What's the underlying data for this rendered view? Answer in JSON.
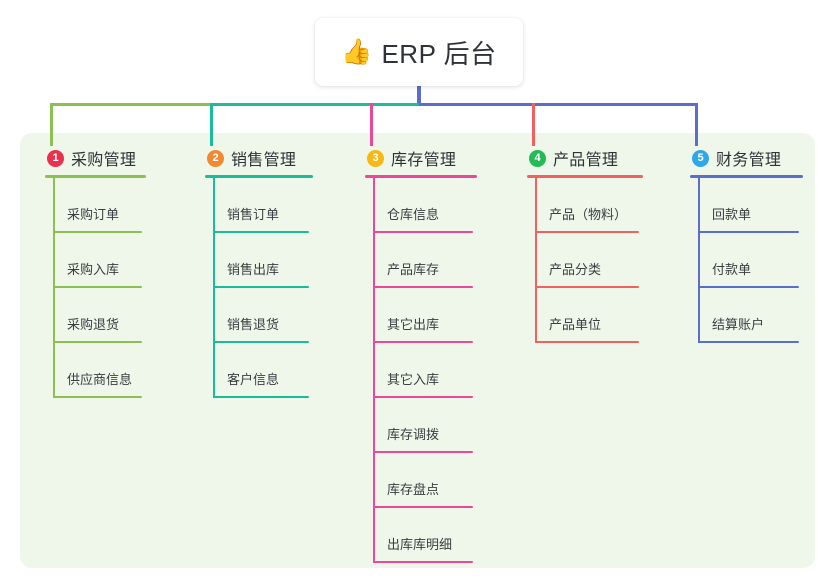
{
  "root": {
    "icon": "thumbs-up-icon",
    "icon_glyph": "👍",
    "title": "ERP 后台"
  },
  "colors": {
    "panel_bg": "#eef7ea",
    "branch1_line": "#8cc152",
    "branch2_line": "#1abc9c",
    "branch3_line": "#ec4899",
    "branch4_line": "#f0625f",
    "branch5_line": "#5b6ec9",
    "badge1": "#e8314f",
    "badge2": "#f08a32",
    "badge3": "#f5b814",
    "badge4": "#22bb55",
    "badge5": "#2ea8e8"
  },
  "branches": [
    {
      "number": "1",
      "title": "采购管理",
      "badge_color": "#e8314f",
      "line_color": "#8cc152",
      "items": [
        "采购订单",
        "采购入库",
        "采购退货",
        "供应商信息"
      ]
    },
    {
      "number": "2",
      "title": "销售管理",
      "badge_color": "#f08a32",
      "line_color": "#1abc9c",
      "items": [
        "销售订单",
        "销售出库",
        "销售退货",
        "客户信息"
      ]
    },
    {
      "number": "3",
      "title": "库存管理",
      "badge_color": "#f5b814",
      "line_color": "#ec4899",
      "items": [
        "仓库信息",
        "产品库存",
        "其它出库",
        "其它入库",
        "库存调拨",
        "库存盘点",
        "出库库明细"
      ]
    },
    {
      "number": "4",
      "title": "产品管理",
      "badge_color": "#22bb55",
      "line_color": "#f0625f",
      "items": [
        "产品（物料）",
        "产品分类",
        "产品单位"
      ]
    },
    {
      "number": "5",
      "title": "财务管理",
      "badge_color": "#2ea8e8",
      "line_color": "#5b6ec9",
      "items": [
        "回款单",
        "付款单",
        "结算账户"
      ]
    }
  ]
}
